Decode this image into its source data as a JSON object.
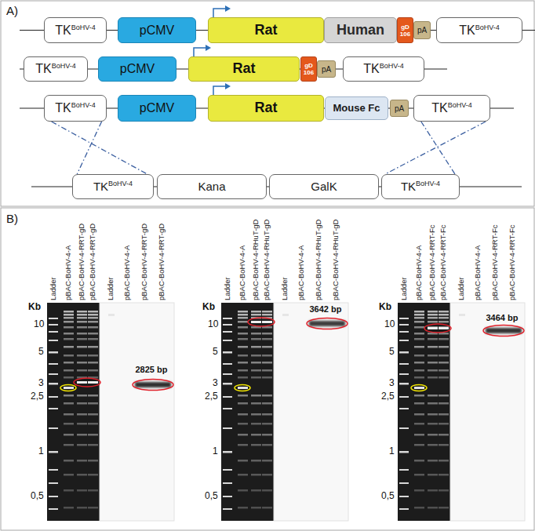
{
  "diagram": {
    "nodes": [
      {
        "text": [
          "TK",
          "BoHV-4"
        ]
      },
      {
        "text": [
          "pCMV"
        ]
      },
      {
        "text": [
          "Rat"
        ]
      },
      {
        "text": [
          "Human"
        ]
      },
      {
        "text": [
          "gD 106"
        ]
      },
      {
        "text": [
          "pA"
        ]
      },
      {
        "text": [
          "TK",
          "BoHV-4"
        ]
      },
      {
        "text": [
          "TK",
          "BoHV-4"
        ]
      },
      {
        "text": [
          "pCMV"
        ]
      },
      {
        "text": [
          "Rat"
        ]
      },
      {
        "text": [
          "gD 106"
        ]
      },
      {
        "text": [
          "pA"
        ]
      },
      {
        "text": [
          "TK",
          "BoHV-4"
        ]
      },
      {
        "text": [
          "TK",
          "BoHV-4"
        ]
      },
      {
        "text": [
          "pCMV"
        ]
      },
      {
        "text": [
          "Rat"
        ]
      },
      {
        "text": [
          "Mouse Fc"
        ]
      },
      {
        "text": [
          "pA"
        ]
      },
      {
        "text": [
          "TK",
          "BoHV-4"
        ]
      },
      {
        "text": [
          "TK",
          "BoHV-4"
        ]
      },
      {
        "text": [
          "Kana"
        ]
      },
      {
        "text": [
          "GalK"
        ]
      },
      {
        "text": [
          "TK",
          "BoHV-4"
        ]
      }
    ],
    "edges": [
      {
        "from": 13,
        "to": 19,
        "arrow": "none"
      },
      {
        "from": 13,
        "to": 19,
        "arrow": "none"
      },
      {
        "from": 18,
        "to": 22,
        "arrow": "none"
      },
      {
        "from": 18,
        "to": 22,
        "arrow": "none"
      }
    ],
    "labels": [
      "A)",
      "B)",
      "Kb",
      "10",
      "5",
      "3",
      "2,5",
      "1",
      "0,5",
      "Ladder",
      "pBAC-BoHV-4-A",
      "pBAC-BoHV-4-RRT-gD",
      "pBAC-BoHV-4-RRT-gD",
      "Ladder",
      "pBAC-BoHV-4-A",
      "pBAC-BoHV-4-RRT-gD",
      "pBAC-BoHV-4-RRT-gD",
      "2825 bp",
      "Kb",
      "10",
      "5",
      "3",
      "2,5",
      "1",
      "0,5",
      "Ladder",
      "pBAC-BoHV-4-A",
      "pBAC-BoHV-4-RHuT-gD",
      "pBAC-BoHV-4-RHuT-gD",
      "Ladder",
      "pBAC-BoHV-4-A",
      "pBAC-BoHV-4-RHuT-gD",
      "pBAC-BoHV-4-RHuT-gD",
      "3642 bp",
      "Kb",
      "10",
      "5",
      "3",
      "2,5",
      "1",
      "0,5",
      "Ladder",
      "pBAC-BoHV-4-A",
      "pBAC-BoHV-4-RRT-Fc",
      "pBAC-BoHV-4-RRT-Fc",
      "Ladder",
      "pBAC-BoHV-4-A",
      "pBAC-BoHV-4-RRT-Fc",
      "pBAC-BoHV-4-RRT-Fc",
      "3464 bp"
    ]
  }
}
